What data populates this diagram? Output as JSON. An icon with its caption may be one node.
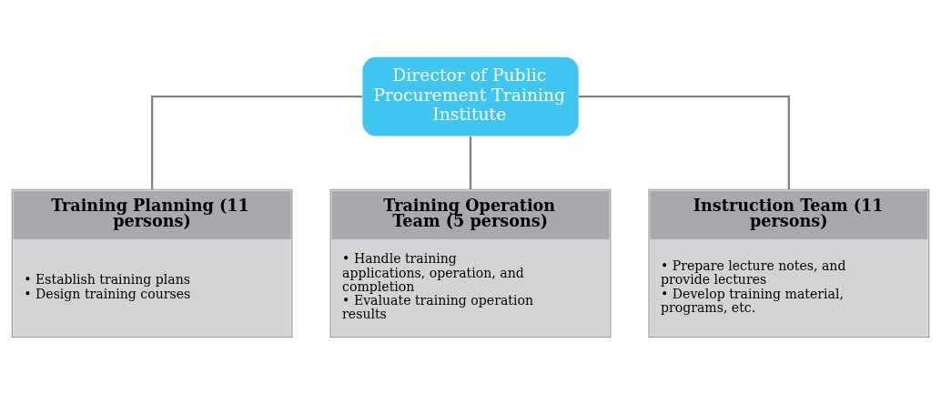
{
  "diagram": {
    "nodes": [
      {
        "text": [
          "Director of Public Procurement Training Institute"
        ]
      },
      {
        "text": [
          "Training Planning (11 persons)",
          "• Establish training plans",
          "• Design training courses"
        ]
      },
      {
        "text": [
          "Training Operation Team (5 persons)",
          "• Handle training applications, operation, and completion",
          "• Evaluate training operation results"
        ]
      },
      {
        "text": [
          "Instruction Team (11 persons)",
          "• Prepare lecture notes, and provide lectures",
          "• Develop training material, programs, etc."
        ]
      }
    ],
    "edges": [
      {
        "from": 0,
        "to": 1,
        "arrow": "none"
      },
      {
        "from": 0,
        "to": 2,
        "arrow": "none"
      },
      {
        "from": 0,
        "to": 3,
        "arrow": "none"
      }
    ]
  }
}
